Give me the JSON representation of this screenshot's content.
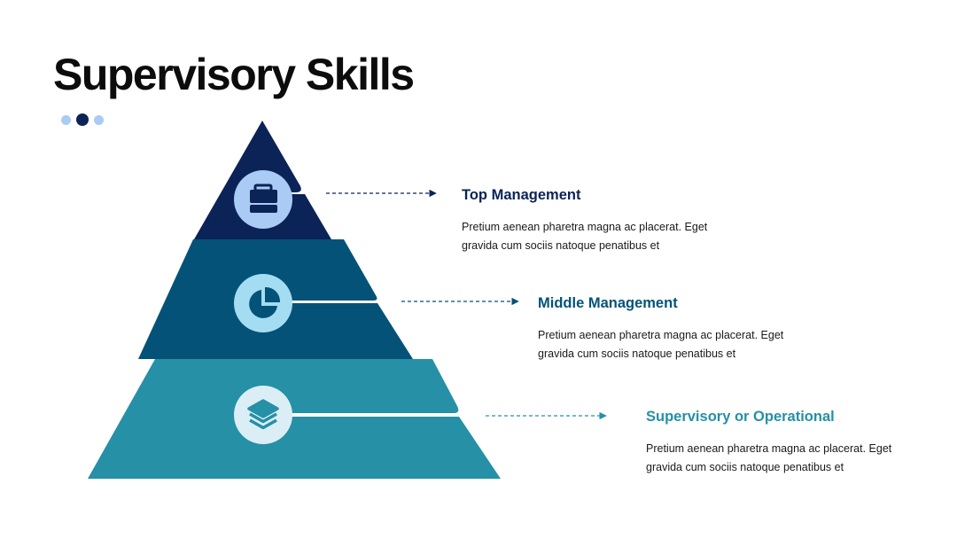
{
  "title": "Supervisory Skills",
  "colors": {
    "tier1": "#0b2356",
    "tier2": "#045278",
    "tier3": "#2590a6",
    "icon_bg_1": "#a9cbf4",
    "icon_bg_2": "#a4dcf2",
    "icon_bg_3": "#dbeef5",
    "dot_light": "#a9cbf4",
    "dot_dark": "#0b2356",
    "heading_1": "#0b2356",
    "heading_2": "#045278",
    "heading_3": "#2590a6"
  },
  "levels": [
    {
      "heading": "Top Management",
      "text": "Pretium aenean pharetra magna ac placerat. Eget gravida cum sociis natoque penatibus et",
      "icon": "briefcase-icon"
    },
    {
      "heading": "Middle Management",
      "text": "Pretium aenean pharetra magna ac placerat. Eget gravida cum sociis natoque penatibus et",
      "icon": "pie-chart-icon"
    },
    {
      "heading": "Supervisory or Operational",
      "text": "Pretium aenean pharetra magna ac placerat. Eget gravida cum sociis natoque penatibus et",
      "icon": "layers-icon"
    }
  ]
}
